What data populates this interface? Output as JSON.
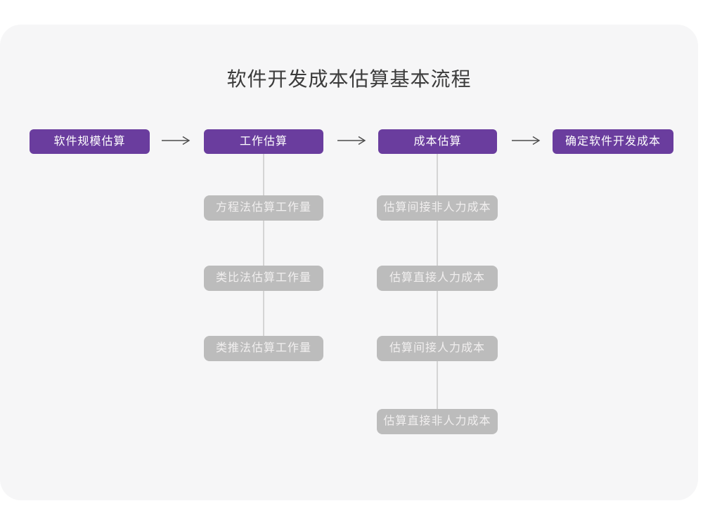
{
  "title": "软件开发成本估算基本流程",
  "colors": {
    "accent": "#6a3d9e",
    "sub_box": "#bcbcbc",
    "sub_text": "#f1efef",
    "card_bg": "#f6f6f7",
    "connector": "#d5d5d5",
    "arrow": "#4c4c4c",
    "title_text": "#3b3b3b"
  },
  "flow": {
    "stages": [
      {
        "label": "软件规模估算",
        "children": []
      },
      {
        "label": "工作估算",
        "children": [
          "方程法估算工作量",
          "类比法估算工作量",
          "类推法估算工作量"
        ]
      },
      {
        "label": "成本估算",
        "children": [
          "估算间接非人力成本",
          "估算直接人力成本",
          "估算间接人力成本",
          "估算直接非人力成本"
        ]
      },
      {
        "label": "确定软件开发成本",
        "children": []
      }
    ]
  }
}
